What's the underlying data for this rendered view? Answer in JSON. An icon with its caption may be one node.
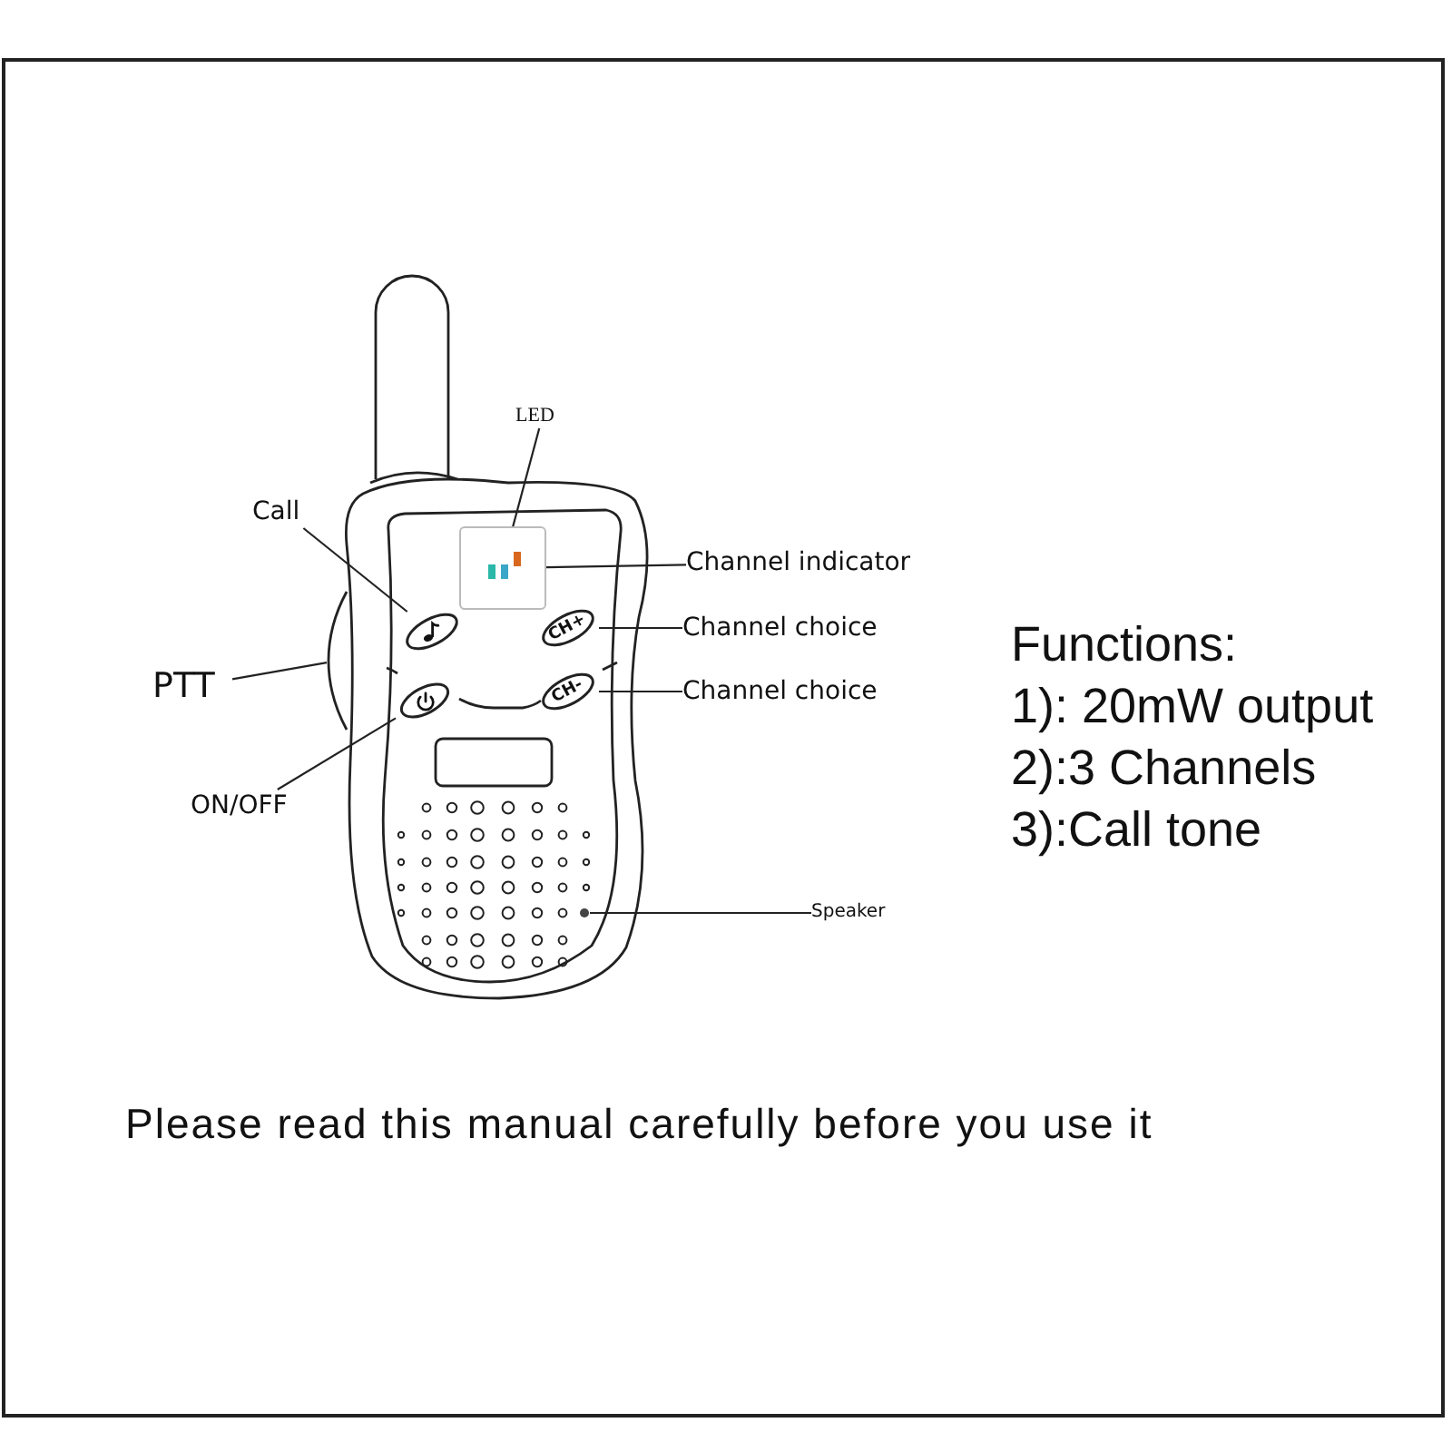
{
  "diagram": {
    "nodes": [
      {
        "text": [
          "LED"
        ]
      },
      {
        "text": [
          "Call"
        ]
      },
      {
        "text": [
          "Channel indicator"
        ]
      },
      {
        "text": [
          "Channel choice"
        ]
      },
      {
        "text": [
          "Channel choice"
        ]
      },
      {
        "text": [
          "PTT"
        ]
      },
      {
        "text": [
          "ON/OFF"
        ]
      },
      {
        "text": [
          "Speaker"
        ]
      },
      {
        "text": [],
        "shape": "picture",
        "in": 10
      },
      {
        "text": [],
        "shape": "circle"
      },
      {
        "text": [],
        "shape": "box"
      },
      {
        "text": [
          "CH+"
        ]
      },
      {
        "text": [
          "CH-"
        ]
      },
      {
        "text": [],
        "shape": "bar"
      },
      {
        "text": [],
        "shape": "circle"
      },
      {
        "text": [],
        "shape": "circle"
      }
    ],
    "edges": [
      {
        "from": 0,
        "to": 8,
        "arrow": "none"
      },
      {
        "from": 1,
        "to": 9,
        "arrow": "none"
      },
      {
        "from": 2,
        "to": 10,
        "arrow": "none"
      },
      {
        "from": 3,
        "to": 11,
        "arrow": "none"
      },
      {
        "from": 4,
        "to": 12,
        "arrow": "none"
      },
      {
        "from": 5,
        "to": 13,
        "arrow": "none"
      },
      {
        "from": 6,
        "to": 14,
        "arrow": "none"
      },
      {
        "from": 7,
        "to": 15,
        "arrow": "none"
      }
    ],
    "labels": [
      "Functions:",
      "1): 20mW output",
      "2):3 Channels",
      "3):Call tone",
      "Please read this manual carefully before you use it"
    ]
  }
}
